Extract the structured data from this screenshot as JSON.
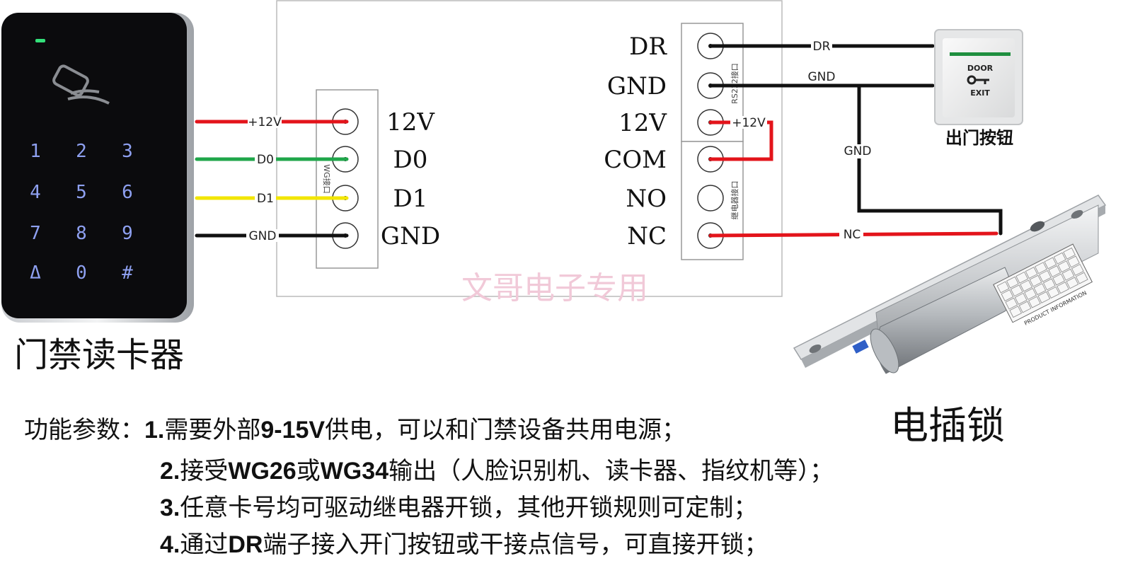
{
  "reader": {
    "title": "门禁读卡器",
    "keys": [
      "1",
      "2",
      "3",
      "4",
      "5",
      "6",
      "7",
      "8",
      "9",
      "Δ",
      "0",
      "#"
    ]
  },
  "controller": {
    "wg_port_label": "WG接口",
    "rs232_port_label": "RS232接口",
    "relay_port_label": "继电器接口",
    "wg_terminals": [
      "12V",
      "D0",
      "D1",
      "GND"
    ],
    "rs_terminals": [
      "DR",
      "GND",
      "12V"
    ],
    "relay_terminals": [
      "COM",
      "NO",
      "NC"
    ],
    "watermark": "文哥电子专用"
  },
  "wires": {
    "left": [
      "+12V",
      "D0",
      "D1",
      "GND"
    ],
    "dr": "DR",
    "gnd_top": "GND",
    "gnd_mid": "GND",
    "plus12v_right": "+12V",
    "nc": "NC"
  },
  "exit_button": {
    "top_text": "DOOR",
    "bottom_text": "EXIT",
    "caption": "出门按钮"
  },
  "lock": {
    "caption": "电插锁",
    "plate_text": "PRODUCT INFORMATION"
  },
  "params": {
    "heading": "功能参数：",
    "line1_num": "1.",
    "line1_a": "需要外部",
    "line1_bold": "9-15V",
    "line1_b": "供电，可以和门禁设备共用电源；",
    "line2_num": "2.",
    "line2_a": "接受",
    "line2_bold1": "WG26",
    "line2_b": "或",
    "line2_bold2": "WG34",
    "line2_c": "输出（人脸识别机、读卡器、指纹机等）；",
    "line3_num": "3.",
    "line3_a": "任意卡号均可驱动继电器开锁，其他开锁规则可定制；",
    "line4_num": "4.",
    "line4_a": "通过",
    "line4_bold": "DR",
    "line4_b": "端子接入开门按钮或干接点信号，可直接开锁；"
  },
  "colors": {
    "red_wire": "#e3141b",
    "green_wire": "#1fa64a",
    "yellow_wire": "#f2e600",
    "black_wire": "#111111",
    "watermark": "#f1c9d8"
  }
}
